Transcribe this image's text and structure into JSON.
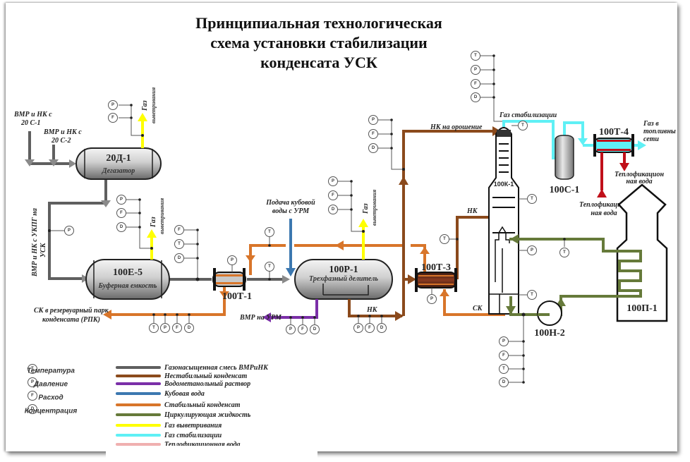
{
  "title": {
    "line1": "Принципиальная технологическая",
    "line2": "схема установки стабилизации",
    "line3": "конденсата УСК"
  },
  "colors": {
    "gas_mix": "#5f5f5f",
    "unstable_condensate": "#8b4a1c",
    "water_methanol": "#7b2fa8",
    "bottom_water": "#3c78b0",
    "stable_condensate": "#d8752a",
    "circulating_liquid": "#667a3a",
    "weathering_gas": "#ffff00",
    "stabilization_gas": "#5ff0f5",
    "heating_water": "#c0101a"
  },
  "equipment": {
    "degasser": {
      "tag": "20Д-1",
      "name": "Дегазатор"
    },
    "buffer": {
      "tag": "100Е-5",
      "name": "Буферная емкость"
    },
    "hx1": {
      "tag": "100Т-1"
    },
    "separator": {
      "tag": "100Р-1",
      "name": "Трехфазный делитель"
    },
    "hx3": {
      "tag": "100Т-3"
    },
    "column": {
      "tag": "100К-1"
    },
    "vessel_c1": {
      "tag": "100С-1"
    },
    "hx4": {
      "tag": "100Т-4"
    },
    "pump": {
      "tag": "100Н-2"
    },
    "furnace": {
      "tag": "100П-1"
    }
  },
  "streams": {
    "feed1_l1": "ВМР и НК с",
    "feed1_l2": "20 С-1",
    "feed2_l1": "ВМР и НК с",
    "feed2_l2": "20 С-2",
    "ukpg_l1": "ВМР и НК с  УКПГ на",
    "ukpg_l2": "УСК",
    "weathering_gas_l1": "Газ",
    "weathering_gas_l2": "выветривания",
    "sk_out_l1": "СК в резервуарный парк",
    "sk_out_l2": "конденсата (РПК)",
    "bottom_water_in_l1": "Подача кубовой",
    "bottom_water_in_l2": "воды с УРМ",
    "vmr_out": "ВМР на УРМ",
    "nk": "НК",
    "nk_reflux": "НК на орошение",
    "nk_feed": "НК",
    "sk": "СК",
    "stab_gas": "Газ стабилизации",
    "fuel_gas_l1": "Газ в",
    "fuel_gas_l2": "топливны",
    "fuel_gas_l3": "сети",
    "heat_water_out_l1": "Теплофикацион",
    "heat_water_out_l2": "ная вода",
    "heat_water_in_l1": "Теплофикацион",
    "heat_water_in_l2": "ная вода"
  },
  "instruments": {
    "T": "T",
    "P": "P",
    "F": "F",
    "D": "D"
  },
  "legend": {
    "instruments": [
      {
        "symbol": "T",
        "label": "Температура"
      },
      {
        "symbol": "P",
        "label": "Давление"
      },
      {
        "symbol": "F",
        "label": "Расход"
      },
      {
        "symbol": "D",
        "label": "Концентрация"
      }
    ],
    "lines": [
      {
        "label": "Газонасыщенная смесь ВМРиНК",
        "color": "#5f5f5f"
      },
      {
        "label": "Нестабильный конденсат",
        "color": "#8b4a1c"
      },
      {
        "label": "Водометанольный раствор",
        "color": "#7b2fa8"
      },
      {
        "label": "Кубовая вода",
        "color": "#3c78b0"
      },
      {
        "label": "Стабильный конденсат",
        "color": "#d8752a"
      },
      {
        "label": "Циркулирующая жидкость",
        "color": "#667a3a"
      },
      {
        "label": "Газ выветривания",
        "color": "#ffff00"
      },
      {
        "label": "Газ стабилизации",
        "color": "#5ff0f5"
      },
      {
        "label": "Теплофикационная вода",
        "color": "#f0b0b0"
      }
    ]
  }
}
